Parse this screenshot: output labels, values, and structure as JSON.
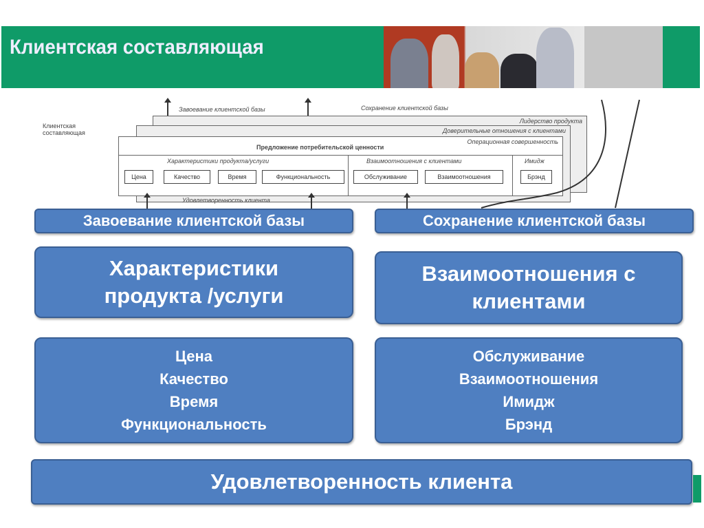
{
  "header": {
    "title": "Клиентская составляющая"
  },
  "diagram": {
    "side_label": "Клиентская составляющая",
    "top_left_label": "Завоевание клиентской базы",
    "top_right_label": "Сохранение клиентской базы",
    "layer_1": "Лидерство продукта",
    "layer_2": "Доверительные отношения с клиентами",
    "layer_3": "Операционная совершенность",
    "main_title": "Предложение потребительской ценности",
    "group_1": "Характеристики продукта/услуги",
    "group_2": "Взаимоотношения с клиентами",
    "group_3": "Имидж",
    "cells": [
      "Цена",
      "Качество",
      "Время",
      "Функциональность",
      "Обслуживание",
      "Взаимоотношения",
      "Брэнд"
    ],
    "bottom_label": "Удовлетворенность клиента"
  },
  "bands": {
    "left": "Завоевание клиентской базы",
    "right": "Сохранение клиентской базы"
  },
  "left_heading": [
    "Характеристики",
    "продукта /услуги"
  ],
  "right_heading": [
    "Взаимоотношения с",
    "клиентами"
  ],
  "left_items": [
    "Цена",
    "Качество",
    "Время",
    "Функциональность"
  ],
  "right_items": [
    "Обслуживание",
    "Взаимоотношения",
    "Имидж",
    "Брэнд"
  ],
  "footer": "Удовлетворенность клиента"
}
